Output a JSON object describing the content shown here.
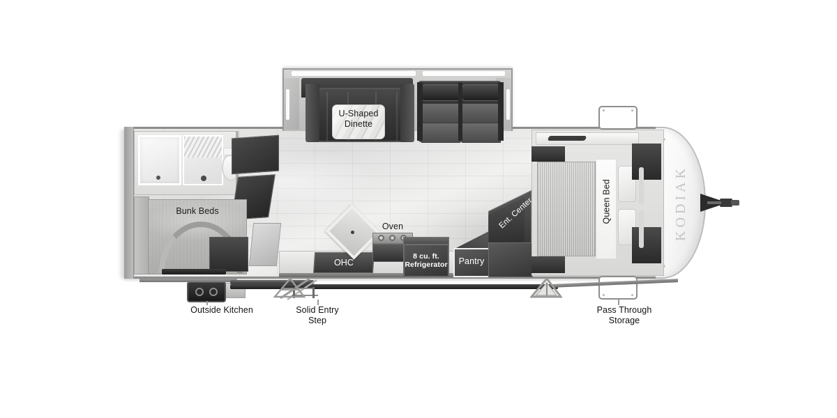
{
  "floorplan": {
    "brand": "KODIAK",
    "interior_labels": [
      {
        "id": "dinette",
        "text": "U-Shaped\nDinette",
        "name": "u-shaped-dinette-label"
      },
      {
        "id": "bunks",
        "text": "Bunk Beds",
        "name": "bunk-beds-label"
      },
      {
        "id": "ohc",
        "text": "OHC",
        "name": "ohc-label"
      },
      {
        "id": "oven",
        "text": "Oven",
        "name": "oven-label"
      },
      {
        "id": "fridge",
        "text": "8 cu. ft.\nRefrigerator",
        "name": "refrigerator-label"
      },
      {
        "id": "pantry",
        "text": "Pantry",
        "name": "pantry-label"
      },
      {
        "id": "entcenter",
        "text": "Ent. Center",
        "name": "entertainment-center-label"
      },
      {
        "id": "queenbed",
        "text": "Queen Bed",
        "name": "queen-bed-label"
      }
    ],
    "exterior_callouts": [
      {
        "id": "outside_kitchen",
        "text": "Outside Kitchen",
        "name": "outside-kitchen-callout"
      },
      {
        "id": "entry_step",
        "text": "Solid Entry\nStep",
        "name": "solid-entry-step-callout"
      },
      {
        "id": "pass_through",
        "text": "Pass Through\nStorage",
        "name": "pass-through-storage-callout"
      }
    ],
    "colors": {
      "background": "#ffffff",
      "body_outline": "#8d8d8d",
      "floor_light": "#e9e9e7",
      "furniture_dark": "#2e2e2e",
      "nose_white": "#ffffff",
      "brand_text": "#c4c4c4",
      "label_text": "#1c1c1c"
    }
  }
}
